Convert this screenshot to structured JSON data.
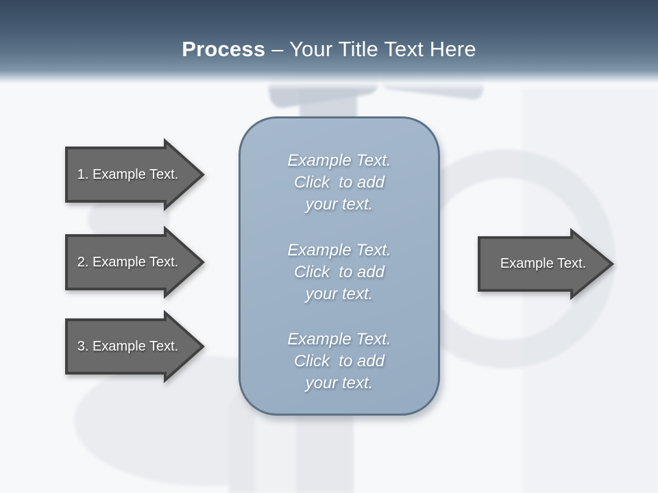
{
  "title": {
    "bold": "Process",
    "rest": "– Your Title Text Here"
  },
  "left_arrows": [
    {
      "label": "1. Example Text."
    },
    {
      "label": "2. Example Text."
    },
    {
      "label": "3. Example Text."
    }
  ],
  "right_arrow": {
    "label": "Example Text."
  },
  "center_box": {
    "paragraphs": [
      {
        "lines": [
          "Example Text.",
          "Click  to add",
          "your text."
        ]
      },
      {
        "lines": [
          "Example Text.",
          "Click  to add",
          "your text."
        ]
      },
      {
        "lines": [
          "Example Text.",
          "Click  to add",
          "your text."
        ]
      }
    ]
  },
  "colors": {
    "header_top": "#35485e",
    "header_mid": "#5d7489",
    "background": "#f7f8fa",
    "arrow_fill": "#6a6a6a",
    "arrow_border": "#414141",
    "box_fill": "#9fb3c7",
    "box_border": "#5d7184",
    "text": "#ffffff"
  }
}
